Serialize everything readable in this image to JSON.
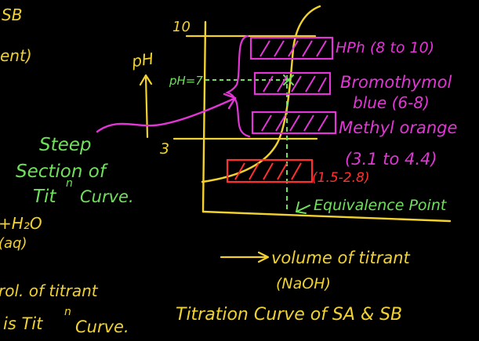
{
  "colors": {
    "yellow": "#f2d22e",
    "magenta": "#e236d6",
    "green": "#6fe05a",
    "red": "#ff3030",
    "background": "#000000"
  },
  "left_notes": {
    "line1": "SB",
    "line2": "ent)",
    "line3": "+H₂O",
    "line4": "(aq)",
    "line5": "rol. of titrant",
    "line6": "is Tit",
    "line6_superscript": "n",
    "line6_end": "Curve."
  },
  "axis": {
    "y_label": "pH",
    "tick_top": "10",
    "tick_bottom": "3",
    "ph7_label": "pH=7",
    "x_label_line1": "volume of titrant",
    "x_label_line2": "(NaOH)"
  },
  "indicators": {
    "hph": "HPh (8 to 10)",
    "bromo_line1": "Bromothymol",
    "bromo_line2": "blue (6-8)",
    "methyl_line1": "Methyl orange",
    "methyl_line2": "(3.1 to 4.4)",
    "red_range": "(1.5-2.8)"
  },
  "steep_label": {
    "line1": "Steep",
    "line2": "Section of",
    "line3": "Tit",
    "superscript": "n",
    "line3_end": "Curve."
  },
  "equivalence_label": "Equivalence Point",
  "caption": "Titration Curve of SA & SB"
}
